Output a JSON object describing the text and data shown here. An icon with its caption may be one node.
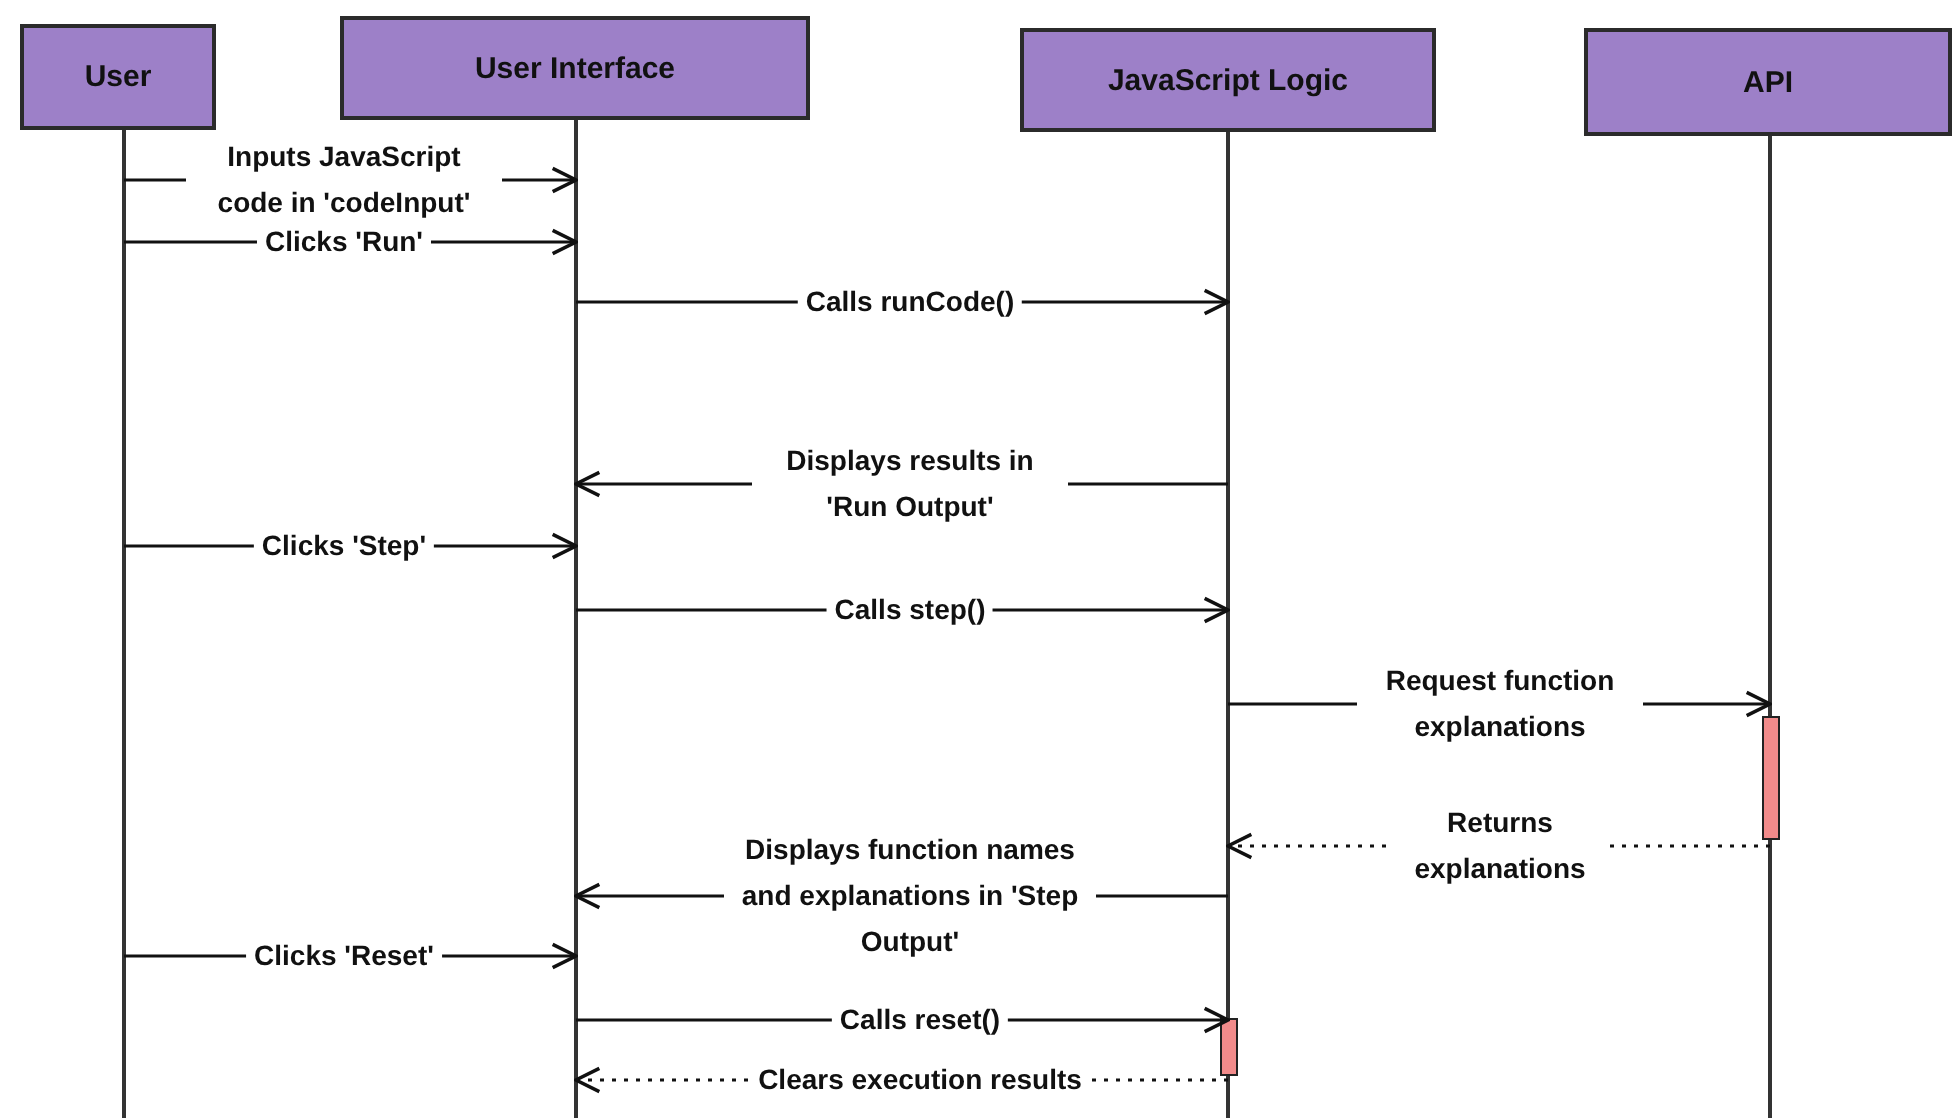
{
  "diagram": {
    "nodes": [
      {
        "text": [
          "User"
        ]
      },
      {
        "text": [
          "User Interface"
        ]
      },
      {
        "text": [
          "JavaScript Logic"
        ]
      },
      {
        "text": [
          "API"
        ]
      }
    ],
    "edges": [
      {
        "from": 0,
        "to": 1,
        "arrow": "to",
        "label": "Inputs JavaScript code in 'codeInput'"
      },
      {
        "from": 0,
        "to": 1,
        "arrow": "to",
        "label": "Clicks 'Run'"
      },
      {
        "from": 1,
        "to": 2,
        "arrow": "to",
        "label": "Calls runCode()"
      },
      {
        "from": 2,
        "to": 1,
        "arrow": "to",
        "label": "Displays results in 'Run Output'"
      },
      {
        "from": 0,
        "to": 1,
        "arrow": "to",
        "label": "Clicks 'Step'"
      },
      {
        "from": 1,
        "to": 2,
        "arrow": "to",
        "label": "Calls step()"
      },
      {
        "from": 2,
        "to": 3,
        "arrow": "to",
        "label": "Request function explanations"
      },
      {
        "from": 3,
        "to": 2,
        "arrow": "to",
        "label": "Returns explanations",
        "style": "dashed"
      },
      {
        "from": 2,
        "to": 1,
        "arrow": "to",
        "label": "Displays function names and explanations in 'Step Output'"
      },
      {
        "from": 0,
        "to": 1,
        "arrow": "to",
        "label": "Clicks 'Reset'"
      },
      {
        "from": 1,
        "to": 2,
        "arrow": "to",
        "label": "Calls reset()"
      },
      {
        "from": 2,
        "to": 1,
        "arrow": "to",
        "label": "Clears execution results",
        "style": "dashed"
      }
    ]
  }
}
